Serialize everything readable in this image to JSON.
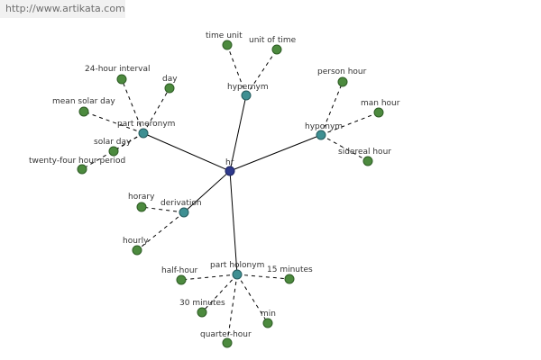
{
  "watermark": "http://www.artikata.com",
  "colors": {
    "center_node": "#2f3a8c",
    "relation_node": "#3e8f92",
    "leaf_node": "#4c8a3e",
    "edge": "#000000",
    "label": "#333333"
  },
  "center": {
    "id": "hr",
    "label": "hr"
  },
  "relations": [
    {
      "id": "hypernym",
      "label": "hypernym",
      "children": [
        {
          "id": "time-unit",
          "label": "time unit"
        },
        {
          "id": "unit-of-time",
          "label": "unit of time"
        }
      ]
    },
    {
      "id": "hyponym",
      "label": "hyponym",
      "children": [
        {
          "id": "person-hour",
          "label": "person hour"
        },
        {
          "id": "man-hour",
          "label": "man hour"
        },
        {
          "id": "sidereal-hour",
          "label": "sidereal hour"
        }
      ]
    },
    {
      "id": "part-meronym",
      "label": "part meronym",
      "children": [
        {
          "id": "24-hour-interval",
          "label": "24-hour interval"
        },
        {
          "id": "day",
          "label": "day"
        },
        {
          "id": "mean-solar-day",
          "label": "mean solar day"
        },
        {
          "id": "solar-day",
          "label": "solar day"
        },
        {
          "id": "twenty-four-hour-period",
          "label": "twenty-four hour period"
        }
      ]
    },
    {
      "id": "derivation",
      "label": "derivation",
      "children": [
        {
          "id": "horary",
          "label": "horary"
        },
        {
          "id": "hourly",
          "label": "hourly"
        }
      ]
    },
    {
      "id": "part-holonym",
      "label": "part holonym",
      "children": [
        {
          "id": "half-hour",
          "label": "half-hour"
        },
        {
          "id": "15-minutes",
          "label": "15 minutes"
        },
        {
          "id": "30-minutes",
          "label": "30 minutes"
        },
        {
          "id": "min",
          "label": "min"
        },
        {
          "id": "quarter-hour",
          "label": "quarter-hour"
        }
      ]
    }
  ]
}
